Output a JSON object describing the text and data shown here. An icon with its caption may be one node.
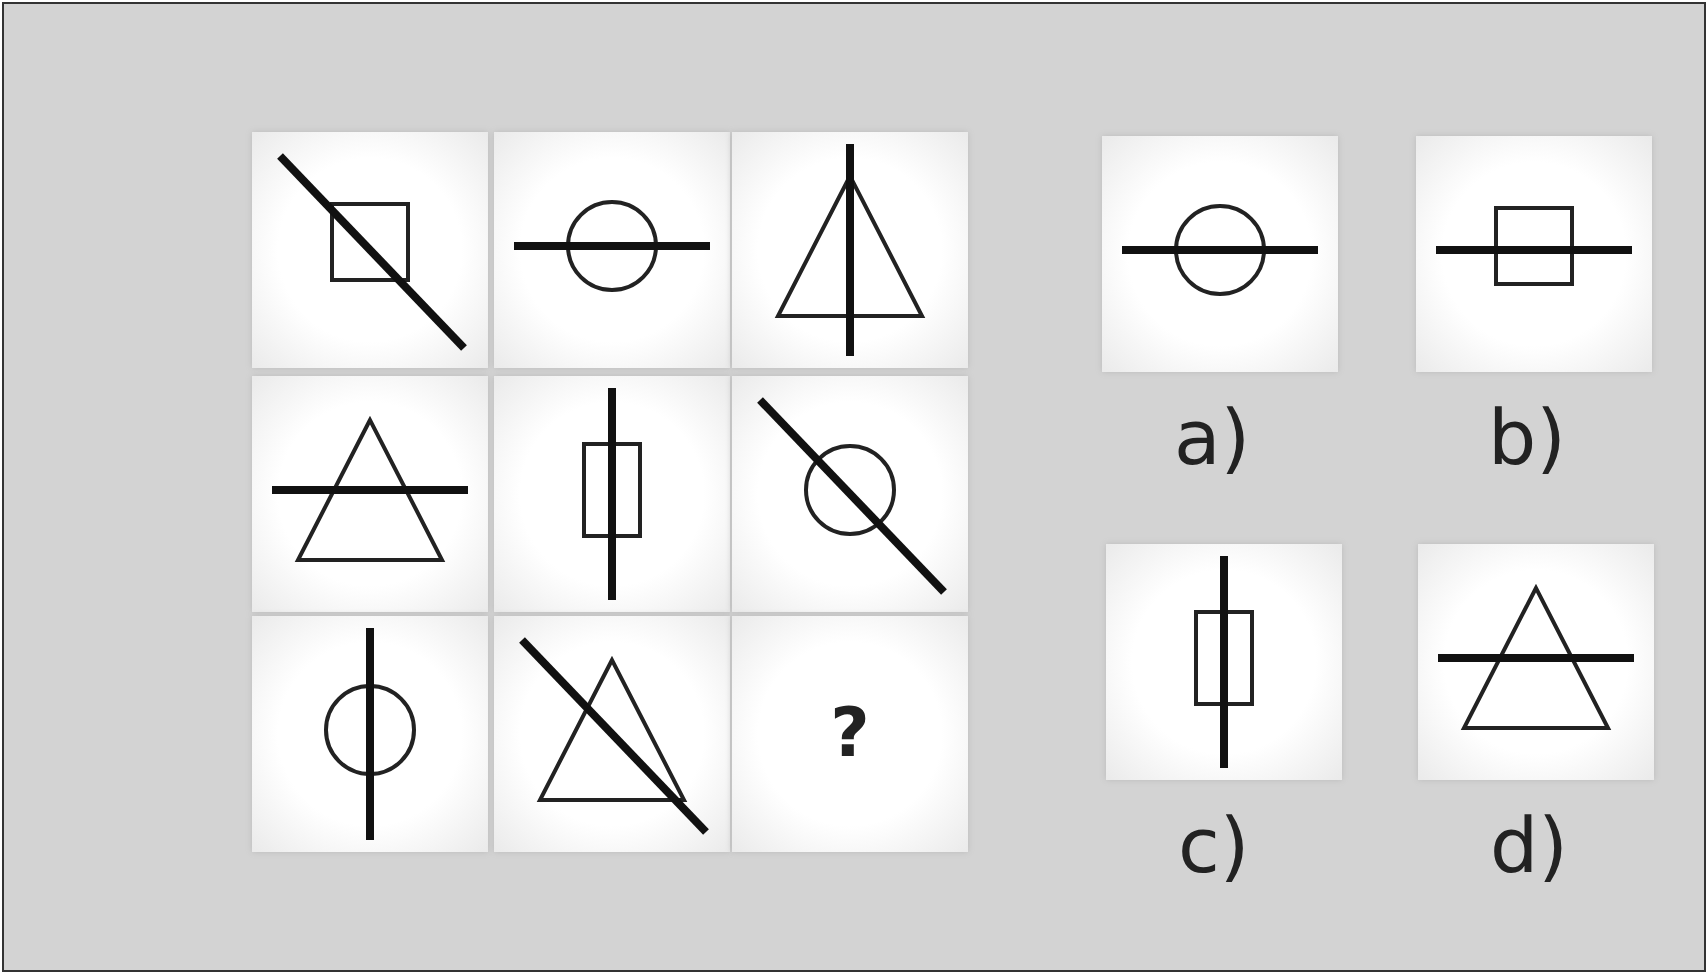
{
  "diagram": {
    "nodes": [
      {
        "text": [],
        "shape": "box"
      },
      {
        "text": [],
        "shape": "box"
      },
      {
        "text": [],
        "shape": "box"
      },
      {
        "text": [],
        "shape": "box"
      },
      {
        "text": [],
        "shape": "box"
      },
      {
        "text": [],
        "shape": "box"
      },
      {
        "text": [],
        "shape": "box"
      },
      {
        "text": [],
        "shape": "box"
      },
      {
        "text": [
          "?"
        ]
      },
      {
        "text": [],
        "shape": "box",
        "beside": [
          "a)"
        ]
      },
      {
        "text": [],
        "shape": "box",
        "beside": [
          "b)"
        ]
      },
      {
        "text": [],
        "shape": "box",
        "beside": [
          "c)"
        ]
      },
      {
        "text": [],
        "shape": "box",
        "beside": [
          "d)"
        ]
      }
    ]
  }
}
